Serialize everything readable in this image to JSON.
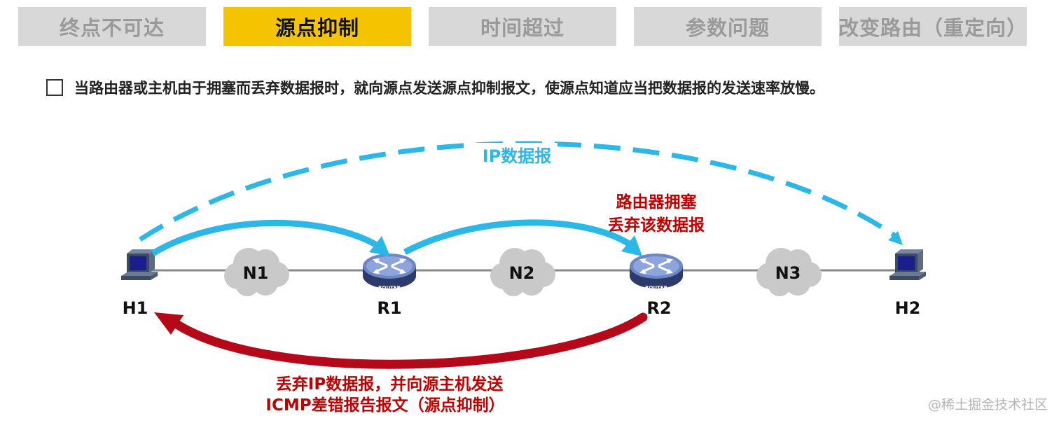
{
  "tabs": [
    {
      "label": "终点不可达",
      "active": false
    },
    {
      "label": "源点抑制",
      "active": true
    },
    {
      "label": "时间超过",
      "active": false
    },
    {
      "label": "参数问题",
      "active": false
    },
    {
      "label": "改变路由（重定向）",
      "active": false
    }
  ],
  "bullet": "当路由器或主机由于拥塞而丢弃数据报时，就向源点发送源点抑制报文，使源点知道应当把数据报的发送速率放慢。",
  "diagram": {
    "hosts": {
      "h1": "H1",
      "h2": "H2"
    },
    "routers": {
      "r1": "R1",
      "r2": "R2",
      "device_text": "ROUTER"
    },
    "networks": {
      "n1": "N1",
      "n2": "N2",
      "n3": "N3"
    },
    "ip_datagram_label": "IP数据报",
    "congestion_label": [
      "路由器拥塞",
      "丢弃该数据报"
    ],
    "icmp_label": [
      "丢弃IP数据报，并向源主机发送",
      "ICMP差错报告报文（源点抑制）"
    ]
  },
  "watermark": "@稀土掘金技术社区",
  "colors": {
    "active_tab": "#f5c400",
    "inactive_tab": "#d8d8d8",
    "blue_arrow": "#2bb8e8",
    "red_arrow": "#b5091a",
    "red_text": "#c00000"
  }
}
